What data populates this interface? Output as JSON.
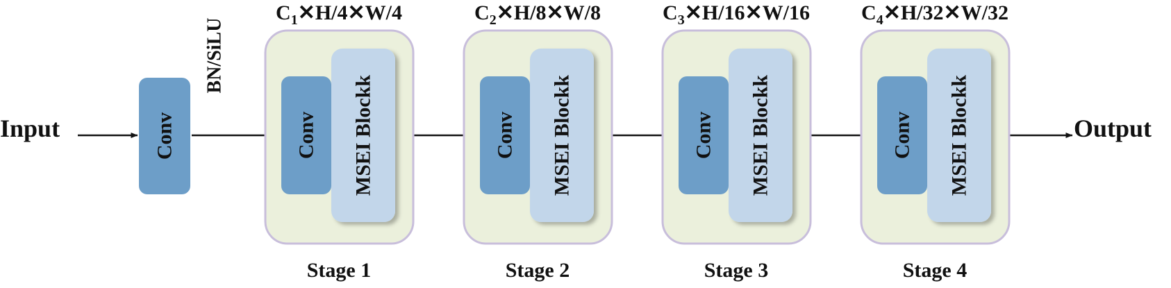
{
  "input_label": "Input",
  "output_label": "Output",
  "stem": {
    "conv_label": "Conv",
    "activation_label": "BN/SiLU"
  },
  "stages": [
    {
      "stage_label": "Stage 1",
      "dims_prefix": "C",
      "dims_sub": "1",
      "dims_suffix": "✕H/4✕W/4",
      "conv_label": "Conv",
      "block_label": "MSEI Blockk"
    },
    {
      "stage_label": "Stage 2",
      "dims_prefix": "C",
      "dims_sub": "2",
      "dims_suffix": "✕H/8✕W/8",
      "conv_label": "Conv",
      "block_label": "MSEI Blockk"
    },
    {
      "stage_label": "Stage 3",
      "dims_prefix": "C",
      "dims_sub": "3",
      "dims_suffix": "✕H/16✕W/16",
      "conv_label": "Conv",
      "block_label": "MSEI Blockk"
    },
    {
      "stage_label": "Stage 4",
      "dims_prefix": "C",
      "dims_sub": "4",
      "dims_suffix": "✕H/32✕W/32",
      "conv_label": "Conv",
      "block_label": "MSEI Blockk"
    }
  ],
  "colors": {
    "conv_fill": "#6d9ec8",
    "block_fill": "#c2d6ea",
    "stage_fill": "#ebf0dc",
    "stage_border": "#c8bedb",
    "activation_text": "#b8b8b8",
    "arrow": "#111111"
  }
}
